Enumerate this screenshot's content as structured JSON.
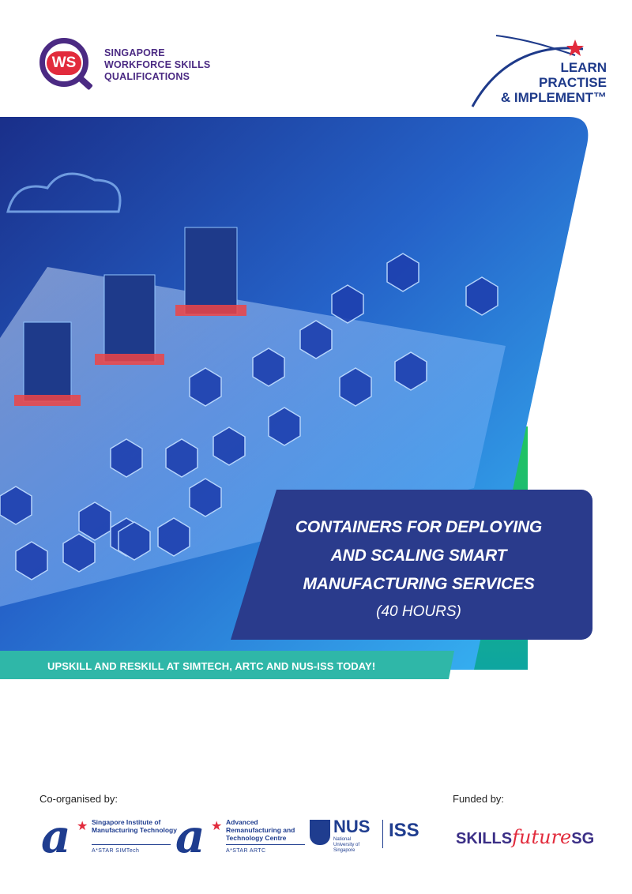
{
  "ws_logo": {
    "badge": "WS",
    "lines": [
      "SINGAPORE",
      "WORKFORCE SKILLS",
      "QUALIFICATIONS"
    ]
  },
  "lpi_logo": {
    "lines": [
      "LEARN",
      "PRACTISE",
      "& IMPLEMENT™"
    ]
  },
  "hero": {
    "title_lines": [
      "CONTAINERS FOR DEPLOYING",
      "AND SCALING SMART",
      "MANUFACTURING SERVICES"
    ],
    "subtitle": "(40 HOURS)",
    "tagline": "UPSKILL AND RESKILL AT SIMTECH, ARTC AND NUS-ISS TODAY!"
  },
  "footer": {
    "co_organised_label": "Co-organised by:",
    "funded_label": "Funded by:",
    "partners": [
      {
        "name": "Singapore Institute of Manufacturing Technology",
        "sub": "A*STAR SIMTech"
      },
      {
        "name": "Advanced Remanufacturing and Technology Centre",
        "sub": "A*STAR ARTC"
      },
      {
        "name": "NUS",
        "sub": "National University of Singapore",
        "extra": "ISS"
      }
    ],
    "funder": {
      "part1": "SKILLS",
      "part2": "future",
      "part3": "SG"
    }
  },
  "colors": {
    "brand_purple": "#4b2a83",
    "brand_red": "#e22b3c",
    "title_navy": "#2a3b8c",
    "accent_green": "#16a34a"
  }
}
